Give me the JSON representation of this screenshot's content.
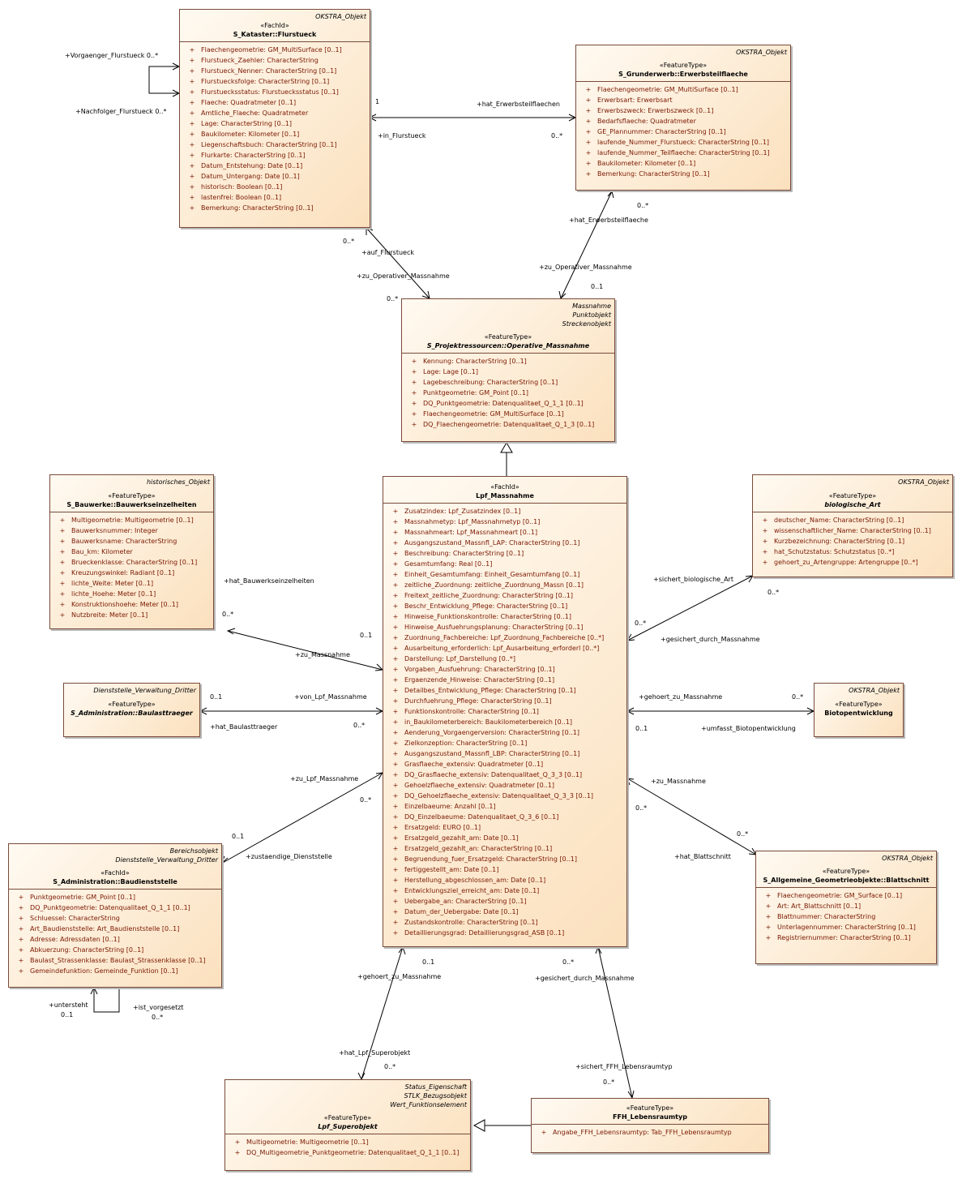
{
  "classes": {
    "flurstueck": {
      "stereotypes": [
        "OKSTRA_Objekt"
      ],
      "stereotype": "«FachId»",
      "name": "S_Kataster::Flurstueck",
      "attributes": [
        "Flaechengeometrie: GM_MultiSurface [0..1]",
        "Flurstueck_Zaehler: CharacterString",
        "Flurstueck_Nenner: CharacterString [0..1]",
        "Flurstuecksfolge: CharacterString [0..1]",
        "Flurstuecksstatus: Flurstuecksstatus [0..1]",
        "Flaeche: Quadratmeter [0..1]",
        "Amtliche_Flaeche: Quadratmeter",
        "Lage: CharacterString [0..1]",
        "Baukilometer: Kilometer [0..1]",
        "Liegenschaftsbuch: CharacterString [0..1]",
        "Flurkarte: CharacterString [0..1]",
        "Datum_Entstehung: Date [0..1]",
        "Datum_Untergang: Date [0..1]",
        "historisch: Boolean [0..1]",
        "lastenfrei: Boolean [0..1]",
        "Bemerkung: CharacterString [0..1]"
      ]
    },
    "erwerbsteilflaeche": {
      "stereotypes": [
        "OKSTRA_Objekt"
      ],
      "stereotype": "«FeatureType»",
      "name": "S_Grunderwerb::Erwerbsteilflaeche",
      "attributes": [
        "Flaechengeometrie: GM_MultiSurface [0..1]",
        "Erwerbsart: Erwerbsart",
        "Erwerbszweck: Erwerbszweck [0..1]",
        "Bedarfsflaeche: Quadratmeter",
        "GE_Plannummer: CharacterString [0..1]",
        "laufende_Nummer_Flurstueck: CharacterString [0..1]",
        "laufende_Nummer_Teilflaeche: CharacterString [0..1]",
        "Baukilometer: Kilometer [0..1]",
        "Bemerkung: CharacterString [0..1]"
      ]
    },
    "operative_massnahme": {
      "stereotypes": [
        "Massnahme",
        "Punktobjekt",
        "Streckenobjekt"
      ],
      "stereotype": "«FeatureType»",
      "name": "S_Projektressourcen::Operative_Massnahme",
      "attributes": [
        "Kennung: CharacterString [0..1]",
        "Lage: Lage [0..1]",
        "Lagebeschreibung: CharacterString [0..1]",
        "Punktgeometrie: GM_Point [0..1]",
        "DQ_Punktgeometrie: Datenqualitaet_Q_1_1 [0..1]",
        "Flaechengeometrie: GM_MultiSurface [0..1]",
        "DQ_Flaechengeometrie: Datenqualitaet_Q_1_3 [0..1]"
      ]
    },
    "lpf_massnahme": {
      "stereotypes": [],
      "stereotype": "«FachId»",
      "name": "Lpf_Massnahme",
      "attributes": [
        "Zusatzindex: Lpf_Zusatzindex [0..1]",
        "Massnahmetyp: Lpf_Massnahmetyp [0..1]",
        "Massnahmeart: Lpf_Massnahmeart [0..1]",
        "Ausgangszustand_Massnfl_LAP: CharacterString [0..1]",
        "Beschreibung: CharacterString [0..1]",
        "Gesamtumfang: Real [0..1]",
        "Einheit_Gesamtumfang: Einheit_Gesamtumfang [0..1]",
        "zeitliche_Zuordnung: zeitliche_Zuordnung_Massn [0..1]",
        "Freitext_zeitliche_Zuordnung: CharacterString [0..1]",
        "Beschr_Entwicklung_Pflege: CharacterString [0..1]",
        "Hinweise_Funktionskontrolle: CharacterString [0..1]",
        "Hinweise_Ausfuehrungsplanung: CharacterString [0..1]",
        "Zuordnung_Fachbereiche: Lpf_Zuordnung_Fachbereiche [0..*]",
        "Ausarbeitung_erforderlich: Lpf_Ausarbeitung_erforderl [0..*]",
        "Darstellung: Lpf_Darstellung [0..*]",
        "Vorgaben_Ausfuehrung: CharacterString [0..1]",
        "Ergaenzende_Hinweise: CharacterString [0..1]",
        "Detailbes_Entwicklung_Pflege: CharacterString [0..1]",
        "Durchfuehrung_Pflege: CharacterString [0..1]",
        "Funktionskontrolle: CharacterString [0..1]",
        "in_Baukilometerbereich: Baukilometerbereich [0..1]",
        "Aenderung_Vorgaengerversion: CharacterString [0..1]",
        "Zielkonzeption: CharacterString [0..1]",
        "Ausgangszustand_Massnfl_LBP: CharacterString [0..1]",
        "Grasflaeche_extensiv: Quadratmeter [0..1]",
        "DQ_Grasflaeche_extensiv: Datenqualitaet_Q_3_3 [0..1]",
        "Gehoelzflaeche_extensiv: Quadratmeter [0..1]",
        "DQ_Gehoelzflaeche_extensiv: Datenqualitaet_Q_3_3 [0..1]",
        "Einzelbaeume: Anzahl [0..1]",
        "DQ_Einzelbaeume: Datenqualitaet_Q_3_6 [0..1]",
        "Ersatzgeld: EURO [0..1]",
        "Ersatzgeld_gezahlt_am: Date [0..1]",
        "Ersatzgeld_gezahlt_an: CharacterString [0..1]",
        "Begruendung_fuer_Ersatzgeld: CharacterString [0..1]",
        "fertiggestellt_am: Date [0..1]",
        "Herstellung_abgeschlossen_am: Date [0..1]",
        "Entwicklungsziel_erreicht_am: Date [0..1]",
        "Uebergabe_an: CharacterString [0..1]",
        "Datum_der_Uebergabe: Date [0..1]",
        "Zustandskontrolle: CharacterString [0..1]",
        "Detaillierungsgrad: Detaillierungsgrad_ASB [0..1]"
      ]
    },
    "bauwerkseinzelheiten": {
      "stereotypes": [
        "historisches_Objekt"
      ],
      "stereotype": "«FeatureType»",
      "name": "S_Bauwerke::Bauwerkseinzelheiten",
      "attributes": [
        "Multigeometrie: Multigeometrie [0..1]",
        "Bauwerksnummer: Integer",
        "Bauwerksname: CharacterString",
        "Bau_km: Kilometer",
        "Brueckenklasse: CharacterString [0..1]",
        "Kreuzungswinkel: Radiant [0..1]",
        "lichte_Weite: Meter [0..1]",
        "lichte_Hoehe: Meter [0..1]",
        "Konstruktionshoehe: Meter [0..1]",
        "Nutzbreite: Meter [0..1]"
      ]
    },
    "biologische_art": {
      "stereotypes": [
        "OKSTRA_Objekt"
      ],
      "stereotype": "«FeatureType»",
      "name": "biologische_Art",
      "attributes": [
        "deutscher_Name: CharacterString [0..1]",
        "wissenschaftlicher_Name: CharacterString [0..1]",
        "Kurzbezeichnung: CharacterString [0..1]",
        "hat_Schutzstatus: Schutzstatus [0..*]",
        "gehoert_zu_Artengruppe: Artengruppe [0..*]"
      ]
    },
    "baulasttraeger": {
      "stereotypes": [
        "Dienststelle_Verwaltung_Dritter"
      ],
      "stereotype": "«FeatureType»",
      "name": "S_Administration::Baulasttraeger",
      "attributes": []
    },
    "biotopentwicklung": {
      "stereotypes": [
        "OKSTRA_Objekt"
      ],
      "stereotype": "«FeatureType»",
      "name": "Biotopentwicklung",
      "attributes": []
    },
    "baudienststelle": {
      "stereotypes": [
        "Bereichsobjekt",
        "Dienststelle_Verwaltung_Dritter"
      ],
      "stereotype": "«FachId»",
      "name": "S_Administration::Baudienststelle",
      "attributes": [
        "Punktgeometrie: GM_Point [0..1]",
        "DQ_Punktgeometrie: Datenqualitaet_Q_1_1 [0..1]",
        "Schluessel: CharacterString",
        "Art_Baudienststelle: Art_Baudienststelle [0..1]",
        "Adresse: Adressdaten [0..1]",
        "Abkuerzung: CharacterString [0..1]",
        "Baulast_Strassenklasse: Baulast_Strassenklasse [0..1]",
        "Gemeindefunktion: Gemeinde_Funktion [0..1]"
      ]
    },
    "blattschnitt": {
      "stereotypes": [
        "OKSTRA_Objekt"
      ],
      "stereotype": "«FeatureType»",
      "name": "S_Allgemeine_Geometrieobjekte::Blattschnitt",
      "attributes": [
        "Flaechengeometrie: GM_Surface [0..1]",
        "Art: Art_Blattschnitt [0..1]",
        "Blattnummer: CharacterString",
        "Unterlagennummer: CharacterString [0..1]",
        "Registriernummer: CharacterString [0..1]"
      ]
    },
    "lpf_superobjekt": {
      "stereotypes": [
        "Status_Eigenschaft",
        "STLK_Bezugsobjekt",
        "Wert_Funktionselement"
      ],
      "stereotype": "«FeatureType»",
      "name": "Lpf_Superobjekt",
      "attributes": [
        "Multigeometrie: Multigeometrie [0..1]",
        "DQ_Multigeometrie_Punktgeometrie: Datenqualitaet_Q_1_1 [0..1]"
      ]
    },
    "ffh_lebensraumtyp": {
      "stereotypes": [],
      "stereotype": "«FeatureType»",
      "name": "FFH_Lebensraumtyp",
      "attributes": [
        "Angabe_FFH_Lebensraumtyp: Tab_FFH_Lebensraumtyp"
      ]
    }
  },
  "labels": {
    "vorgaenger": "+Vorgaenger_Flurstueck 0..*",
    "nachfolger": "+Nachfolger_Flurstueck 0..*",
    "fl_erw_1": "1",
    "hat_erwerbsteilflaechen": "+hat_Erwerbsteilflaechen",
    "in_flurstueck": "+in_Flurstueck",
    "fl_erw_0n": "0..*",
    "erw_op_0n": "0..*",
    "hat_erwerbsteilflaeche": "+hat_Erwerbsteilflaeche",
    "zu_operativer_massnahme_r": "+zu_Operativer_Massnahme",
    "erw_op_01": "0..1",
    "fl_op_0n_top": "0..*",
    "auf_flurstueck": "+auf_Flurstueck",
    "zu_operativer_massnahme_l": "+zu_Operativer_Massnahme",
    "fl_op_0n_bot": "0..*",
    "hat_bauwerkseinzelheiten": "+hat_Bauwerkseinzelheiten",
    "bw_0n": "0..*",
    "bw_01": "0..1",
    "bw_zu_massnahme": "+zu_Massnahme",
    "blt_01": "0..1",
    "von_lpf_massnahme": "+von_Lpf_Massnahme",
    "hat_baulasttraeger": "+hat_Baulasttraeger",
    "blt_0n": "0..*",
    "bd_zu_lpf_massnahme": "+zu_Lpf_Massnahme",
    "bd_0n": "0..*",
    "bd_01": "0..1",
    "zustaendige_dienststelle": "+zustaendige_Dienststelle",
    "untersteht": "+untersteht",
    "untersteht_01": "0..1",
    "ist_vorgesetzt": "+ist_vorgesetzt",
    "ist_vorgesetzt_0n": "0..*",
    "sichert_biologische_art": "+sichert_biologische_Art",
    "bio_0n_top": "0..*",
    "bio_0n_bot": "0..*",
    "gesichert_durch_massnahme_r": "+gesichert_durch_Massnahme",
    "gehoert_zu_massnahme_r": "+gehoert_zu_Massnahme",
    "biot_0n": "0..*",
    "biot_01": "0..1",
    "umfasst_biotopentwicklung": "+umfasst_Biotopentwicklung",
    "bs_zu_massnahme": "+zu_Massnahme",
    "bs_0n_top": "0..*",
    "bs_0n_bot": "0..*",
    "hat_blattschnitt": "+hat_Blattschnitt",
    "sup_01": "0..1",
    "gehoert_zu_massnahme_b": "+gehoert_zu_Massnahme",
    "hat_lpf_superobjekt": "+hat_Lpf_Superobjekt",
    "sup_0n": "0..*",
    "ffh_0n_top": "0..*",
    "gesichert_durch_massnahme_b": "+gesichert_durch_Massnahme",
    "sichert_ffh_lebensraumtyp": "+sichert_FFH_Lebensraumtyp",
    "ffh_0n_bot": "0..*"
  },
  "colors": {
    "attribute_text": "#7a1800",
    "border": "#7a4a3a",
    "fill_start": "#fffaf2",
    "fill_end": "#fbe0bd"
  }
}
